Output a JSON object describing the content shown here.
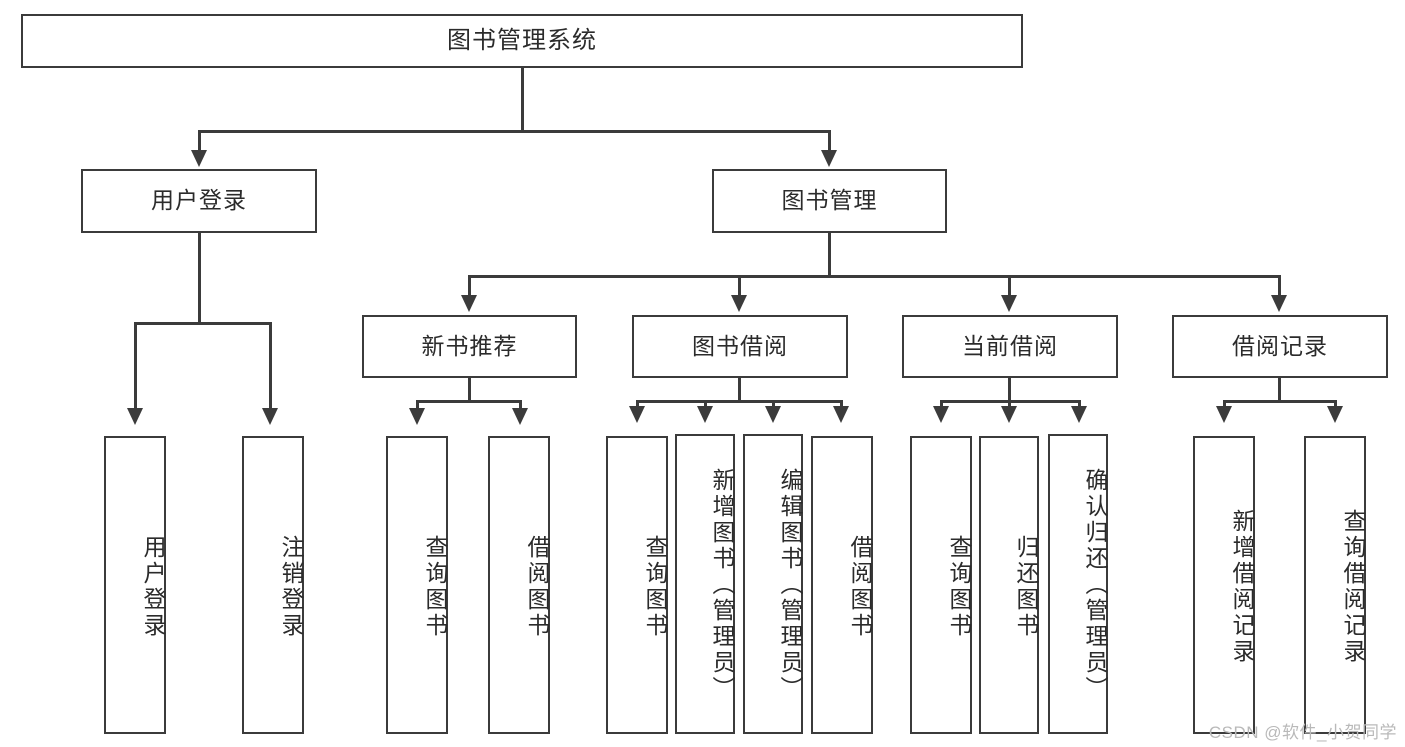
{
  "diagram": {
    "title": "图书管理系统",
    "type": "hierarchy-tree",
    "root": {
      "label": "图书管理系统"
    },
    "level2": [
      {
        "label": "用户登录"
      },
      {
        "label": "图书管理"
      }
    ],
    "level3": [
      {
        "label": "新书推荐"
      },
      {
        "label": "图书借阅"
      },
      {
        "label": "当前借阅"
      },
      {
        "label": "借阅记录"
      }
    ],
    "leaves": {
      "user_login": [
        {
          "label": "用户登录"
        },
        {
          "label": "注销登录"
        }
      ],
      "new_book_recommend": [
        {
          "label": "查询图书"
        },
        {
          "label": "借阅图书"
        }
      ],
      "book_borrow": [
        {
          "label": "查询图书"
        },
        {
          "label": "新增图书（管理员）"
        },
        {
          "label": "编辑图书（管理员）"
        },
        {
          "label": "借阅图书"
        }
      ],
      "current_borrow": [
        {
          "label": "查询图书"
        },
        {
          "label": "归还图书"
        },
        {
          "label": "确认归还（管理员）"
        }
      ],
      "borrow_record": [
        {
          "label": "新增借阅记录"
        },
        {
          "label": "查询借阅记录"
        }
      ]
    }
  },
  "watermark": {
    "text": "CSDN @软件_小贺同学"
  },
  "colors": {
    "stroke": "#3b3b3b",
    "text": "#2b2b2b",
    "background": "#ffffff",
    "watermark": "#b9b9b9"
  }
}
